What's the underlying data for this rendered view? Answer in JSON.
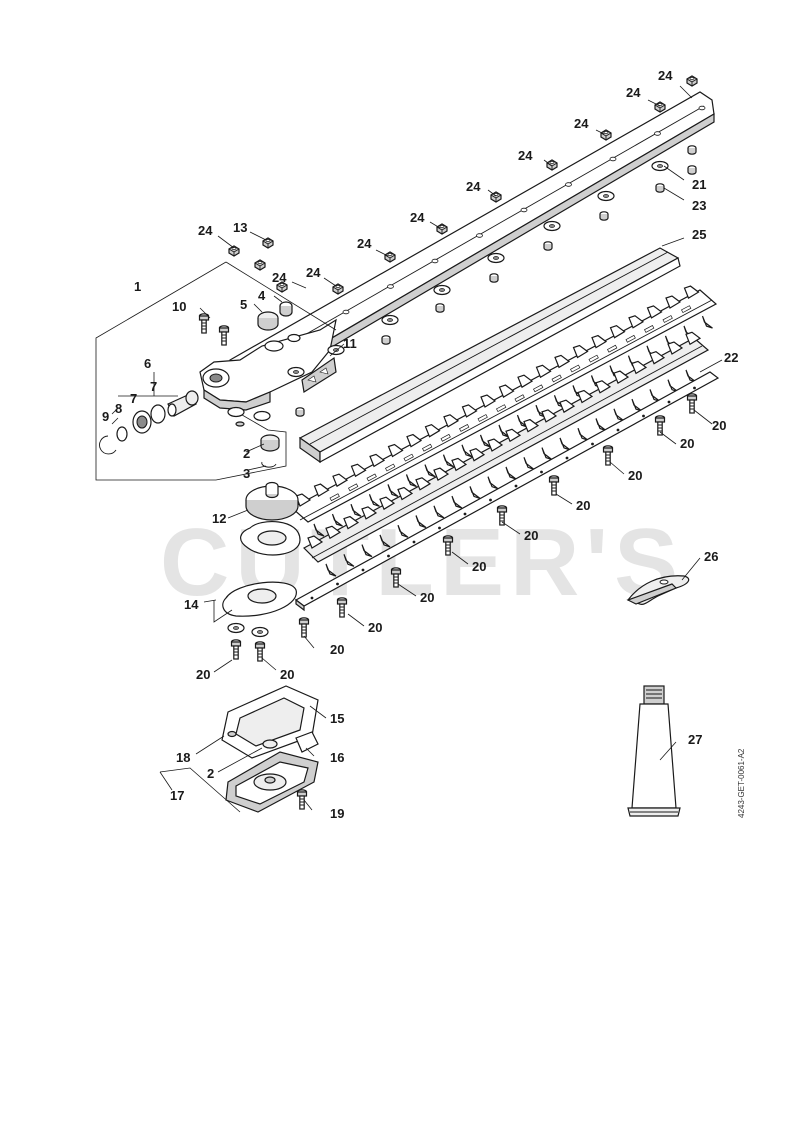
{
  "watermark": "CUTLER'S",
  "drawing_id": "4243-GET-0061-A2",
  "callouts": [
    {
      "id": "c1",
      "text": "1"
    },
    {
      "id": "c2a",
      "text": "2"
    },
    {
      "id": "c2b",
      "text": "2"
    },
    {
      "id": "c3",
      "text": "3"
    },
    {
      "id": "c4",
      "text": "4"
    },
    {
      "id": "c5",
      "text": "5"
    },
    {
      "id": "c6",
      "text": "6"
    },
    {
      "id": "c7a",
      "text": "7"
    },
    {
      "id": "c7b",
      "text": "7"
    },
    {
      "id": "c8",
      "text": "8"
    },
    {
      "id": "c9",
      "text": "9"
    },
    {
      "id": "c10",
      "text": "10"
    },
    {
      "id": "c11",
      "text": "11"
    },
    {
      "id": "c12",
      "text": "12"
    },
    {
      "id": "c13",
      "text": "13"
    },
    {
      "id": "c14",
      "text": "14"
    },
    {
      "id": "c15",
      "text": "15"
    },
    {
      "id": "c16",
      "text": "16"
    },
    {
      "id": "c17",
      "text": "17"
    },
    {
      "id": "c18",
      "text": "18"
    },
    {
      "id": "c19",
      "text": "19"
    },
    {
      "id": "c20a",
      "text": "20"
    },
    {
      "id": "c20b",
      "text": "20"
    },
    {
      "id": "c20c",
      "text": "20"
    },
    {
      "id": "c20d",
      "text": "20"
    },
    {
      "id": "c20e",
      "text": "20"
    },
    {
      "id": "c20f",
      "text": "20"
    },
    {
      "id": "c20g",
      "text": "20"
    },
    {
      "id": "c20h",
      "text": "20"
    },
    {
      "id": "c20i",
      "text": "20"
    },
    {
      "id": "c20j",
      "text": "20"
    },
    {
      "id": "c20k",
      "text": "20"
    },
    {
      "id": "c21",
      "text": "21"
    },
    {
      "id": "c22",
      "text": "22"
    },
    {
      "id": "c23",
      "text": "23"
    },
    {
      "id": "c24a",
      "text": "24"
    },
    {
      "id": "c24b",
      "text": "24"
    },
    {
      "id": "c24c",
      "text": "24"
    },
    {
      "id": "c24d",
      "text": "24"
    },
    {
      "id": "c24e",
      "text": "24"
    },
    {
      "id": "c24f",
      "text": "24"
    },
    {
      "id": "c24g",
      "text": "24"
    },
    {
      "id": "c24h",
      "text": "24"
    },
    {
      "id": "c24i",
      "text": "24"
    },
    {
      "id": "c24j",
      "text": "24"
    },
    {
      "id": "c25",
      "text": "25"
    },
    {
      "id": "c26",
      "text": "26"
    },
    {
      "id": "c27",
      "text": "27"
    }
  ]
}
